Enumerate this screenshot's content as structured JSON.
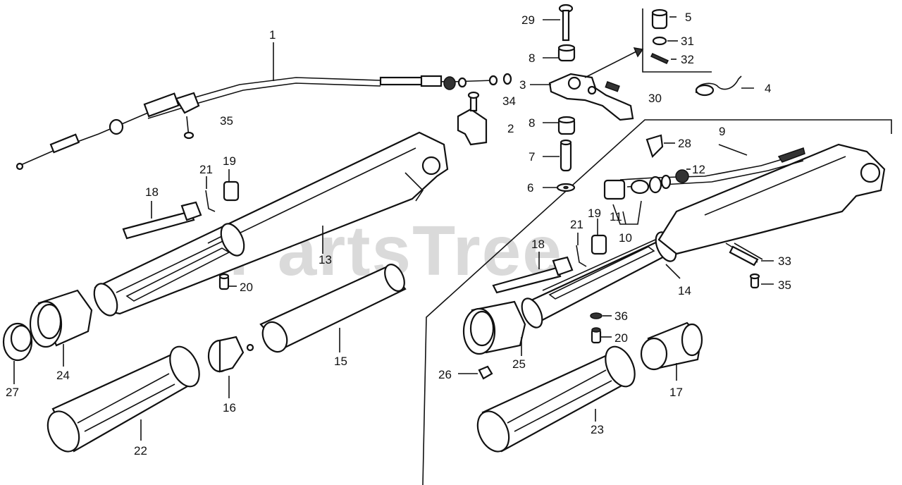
{
  "watermark": "PartsTree",
  "callouts": [
    {
      "id": "c1",
      "text": "1"
    },
    {
      "id": "c2",
      "text": "2"
    },
    {
      "id": "c3",
      "text": "3"
    },
    {
      "id": "c4",
      "text": "4"
    },
    {
      "id": "c5",
      "text": "5"
    },
    {
      "id": "c6",
      "text": "6"
    },
    {
      "id": "c7",
      "text": "7"
    },
    {
      "id": "c8a",
      "text": "8"
    },
    {
      "id": "c8b",
      "text": "8"
    },
    {
      "id": "c9",
      "text": "9"
    },
    {
      "id": "c10",
      "text": "10"
    },
    {
      "id": "c11",
      "text": "11"
    },
    {
      "id": "c12",
      "text": "12"
    },
    {
      "id": "c13",
      "text": "13"
    },
    {
      "id": "c14",
      "text": "14"
    },
    {
      "id": "c15",
      "text": "15"
    },
    {
      "id": "c16",
      "text": "16"
    },
    {
      "id": "c17",
      "text": "17"
    },
    {
      "id": "c18a",
      "text": "18"
    },
    {
      "id": "c18b",
      "text": "18"
    },
    {
      "id": "c19a",
      "text": "19"
    },
    {
      "id": "c19b",
      "text": "19"
    },
    {
      "id": "c20a",
      "text": "20"
    },
    {
      "id": "c20b",
      "text": "20"
    },
    {
      "id": "c21a",
      "text": "21"
    },
    {
      "id": "c21b",
      "text": "21"
    },
    {
      "id": "c22",
      "text": "22"
    },
    {
      "id": "c23",
      "text": "23"
    },
    {
      "id": "c24",
      "text": "24"
    },
    {
      "id": "c25",
      "text": "25"
    },
    {
      "id": "c26",
      "text": "26"
    },
    {
      "id": "c27",
      "text": "27"
    },
    {
      "id": "c28",
      "text": "28"
    },
    {
      "id": "c29",
      "text": "29"
    },
    {
      "id": "c30",
      "text": "30"
    },
    {
      "id": "c31",
      "text": "31"
    },
    {
      "id": "c32",
      "text": "32"
    },
    {
      "id": "c33",
      "text": "33"
    },
    {
      "id": "c34",
      "text": "34"
    },
    {
      "id": "c35a",
      "text": "35"
    },
    {
      "id": "c35b",
      "text": "35"
    },
    {
      "id": "c36",
      "text": "36"
    }
  ]
}
